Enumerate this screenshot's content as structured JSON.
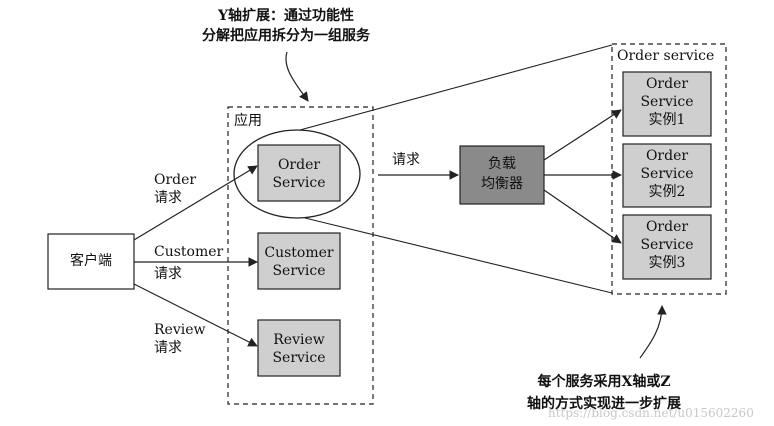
{
  "annotation_top": {
    "line1": "Y轴扩展：通过功能性",
    "line2": "分解把应用拆分为一组服务"
  },
  "annotation_bottom": {
    "line1": "每个服务采用X轴或Z",
    "line2": "轴的方式实现进一步扩展"
  },
  "client": {
    "label": "客户端"
  },
  "app_group": {
    "title": "应用"
  },
  "requests": {
    "order": {
      "line1": "Order",
      "line2": "请求"
    },
    "customer": {
      "line1": "Customer",
      "line2": "请求"
    },
    "review": {
      "line1": "Review",
      "line2": "请求"
    }
  },
  "services": {
    "order": {
      "line1": "Order",
      "line2": "Service"
    },
    "customer": {
      "line1": "Customer",
      "line2": "Service"
    },
    "review": {
      "line1": "Review",
      "line2": "Service"
    }
  },
  "request_label": "请求",
  "load_balancer": {
    "line1": "负载",
    "line2": "均衡器"
  },
  "order_service_group": {
    "title": "Order service"
  },
  "instances": [
    {
      "line1": "Order",
      "line2": "Service",
      "line3": "实例1"
    },
    {
      "line1": "Order",
      "line2": "Service",
      "line3": "实例2"
    },
    {
      "line1": "Order",
      "line2": "Service",
      "line3": "实例3"
    }
  ],
  "watermark": "https://blog.csdn.net/u015602260",
  "colors": {
    "service_fill": "#cfcfcf",
    "load_balancer_fill": "#8a8a8a",
    "stroke": "#222222",
    "watermark": "#c8c8c8"
  }
}
